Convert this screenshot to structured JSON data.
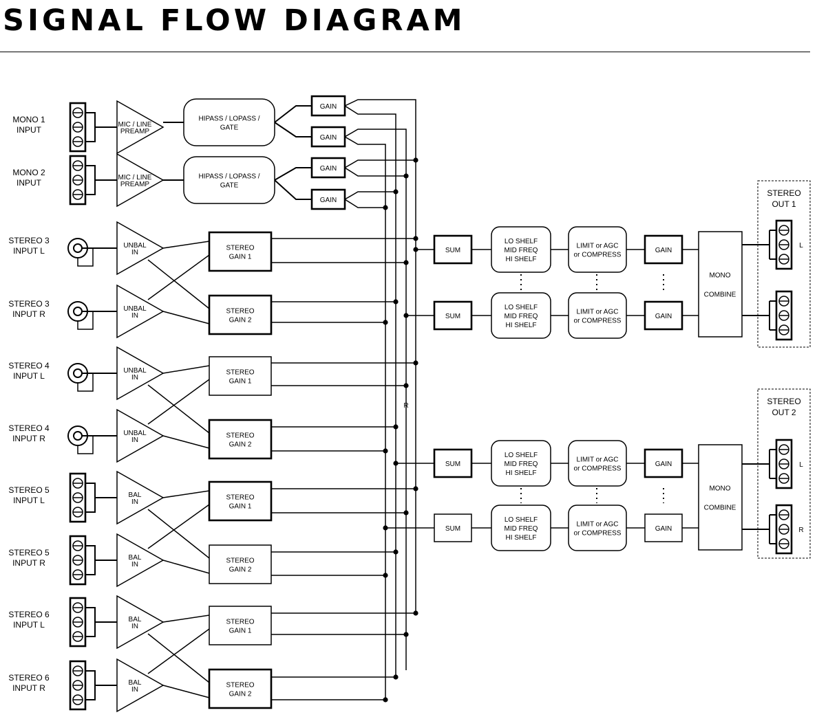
{
  "title": "SIGNAL FLOW DIAGRAM",
  "inputs": [
    {
      "line1": "MONO 1",
      "line2": "INPUT",
      "connector": "xlr",
      "amp": [
        "MIC / LINE",
        "PREAMP"
      ]
    },
    {
      "line1": "MONO 2",
      "line2": "INPUT",
      "connector": "xlr",
      "amp": [
        "MIC / LINE",
        "PREAMP"
      ]
    },
    {
      "line1": "STEREO 3",
      "line2": "INPUT  L",
      "connector": "rca",
      "amp": [
        "UNBAL",
        "IN"
      ]
    },
    {
      "line1": "STEREO 3",
      "line2": "INPUT  R",
      "connector": "rca",
      "amp": [
        "UNBAL",
        "IN"
      ]
    },
    {
      "line1": "STEREO 4",
      "line2": "INPUT  L",
      "connector": "rca",
      "amp": [
        "UNBAL",
        "IN"
      ]
    },
    {
      "line1": "STEREO 4",
      "line2": "INPUT  R",
      "connector": "rca",
      "amp": [
        "UNBAL",
        "IN"
      ]
    },
    {
      "line1": "STEREO 5",
      "line2": "INPUT  L",
      "connector": "xlr",
      "amp": [
        "BAL",
        "IN"
      ]
    },
    {
      "line1": "STEREO 5",
      "line2": "INPUT  R",
      "connector": "xlr",
      "amp": [
        "BAL",
        "IN"
      ]
    },
    {
      "line1": "STEREO 6",
      "line2": "INPUT  L",
      "connector": "xlr",
      "amp": [
        "BAL",
        "IN"
      ]
    },
    {
      "line1": "STEREO 6",
      "line2": "INPUT  R",
      "connector": "xlr",
      "amp": [
        "BAL",
        "IN"
      ]
    }
  ],
  "filter": [
    "HIPASS / LOPASS /",
    "GATE"
  ],
  "gain": "GAIN",
  "stereo_gain": [
    [
      "STEREO",
      "GAIN 1"
    ],
    [
      "STEREO",
      "GAIN 2"
    ]
  ],
  "bus_label": "R",
  "sum": "SUM",
  "eq": [
    "LO SHELF",
    "MID FREQ",
    "HI SHELF"
  ],
  "dynamics": [
    "LIMIT or AGC",
    "or COMPRESS"
  ],
  "mono_combine": [
    "MONO",
    "COMBINE"
  ],
  "outputs": [
    {
      "line1": "STEREO",
      "line2": "OUT  1",
      "channels": [
        "L",
        ""
      ]
    },
    {
      "line1": "STEREO",
      "line2": "OUT  2",
      "channels": [
        "L",
        "R"
      ]
    }
  ]
}
